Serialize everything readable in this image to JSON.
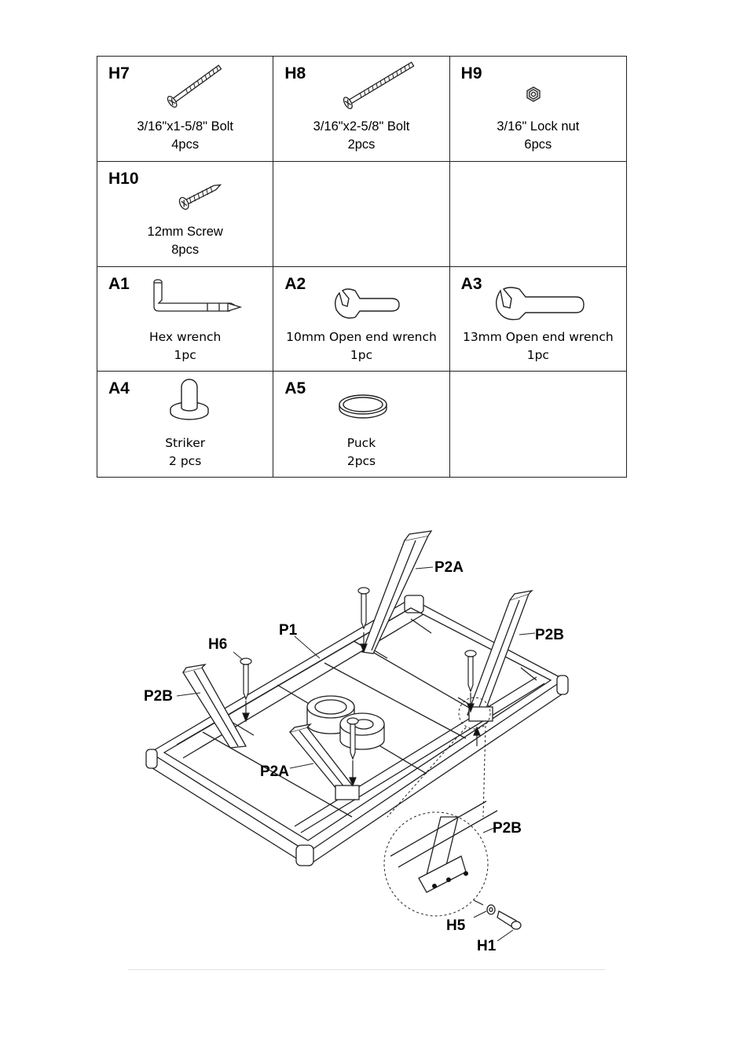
{
  "parts": [
    {
      "code": "H7",
      "description": "3/16\"x1-5/8\" Bolt",
      "quantity": "4pcs",
      "icon": "short-bolt-icon"
    },
    {
      "code": "H8",
      "description": "3/16\"x2-5/8\" Bolt",
      "quantity": "2pcs",
      "icon": "long-bolt-icon"
    },
    {
      "code": "H9",
      "description": "3/16\" Lock nut",
      "quantity": "6pcs",
      "icon": "lock-nut-icon"
    },
    {
      "code": "H10",
      "description": "12mm Screw",
      "quantity": "8pcs",
      "icon": "screw-icon"
    },
    {
      "code": "A1",
      "description": "Hex wrench",
      "quantity": "1pc",
      "icon": "hex-wrench-icon"
    },
    {
      "code": "A2",
      "description": "10mm Open end wrench",
      "quantity": "1pc",
      "icon": "open-end-wrench-icon"
    },
    {
      "code": "A3",
      "description": "13mm Open end wrench",
      "quantity": "1pc",
      "icon": "open-end-wrench-icon"
    },
    {
      "code": "A4",
      "description": "Striker",
      "quantity": "2 pcs",
      "icon": "striker-icon"
    },
    {
      "code": "A5",
      "description": "Puck",
      "quantity": "2pcs",
      "icon": "puck-icon"
    }
  ],
  "diagram": {
    "labels": {
      "p2a_top": "P2A",
      "p2b_right": "P2B",
      "p1": "P1",
      "h6": "H6",
      "p2b_left": "P2B",
      "p2a_bottom": "P2A",
      "p2b_detail": "P2B",
      "h5": "H5",
      "h1": "H1"
    }
  }
}
